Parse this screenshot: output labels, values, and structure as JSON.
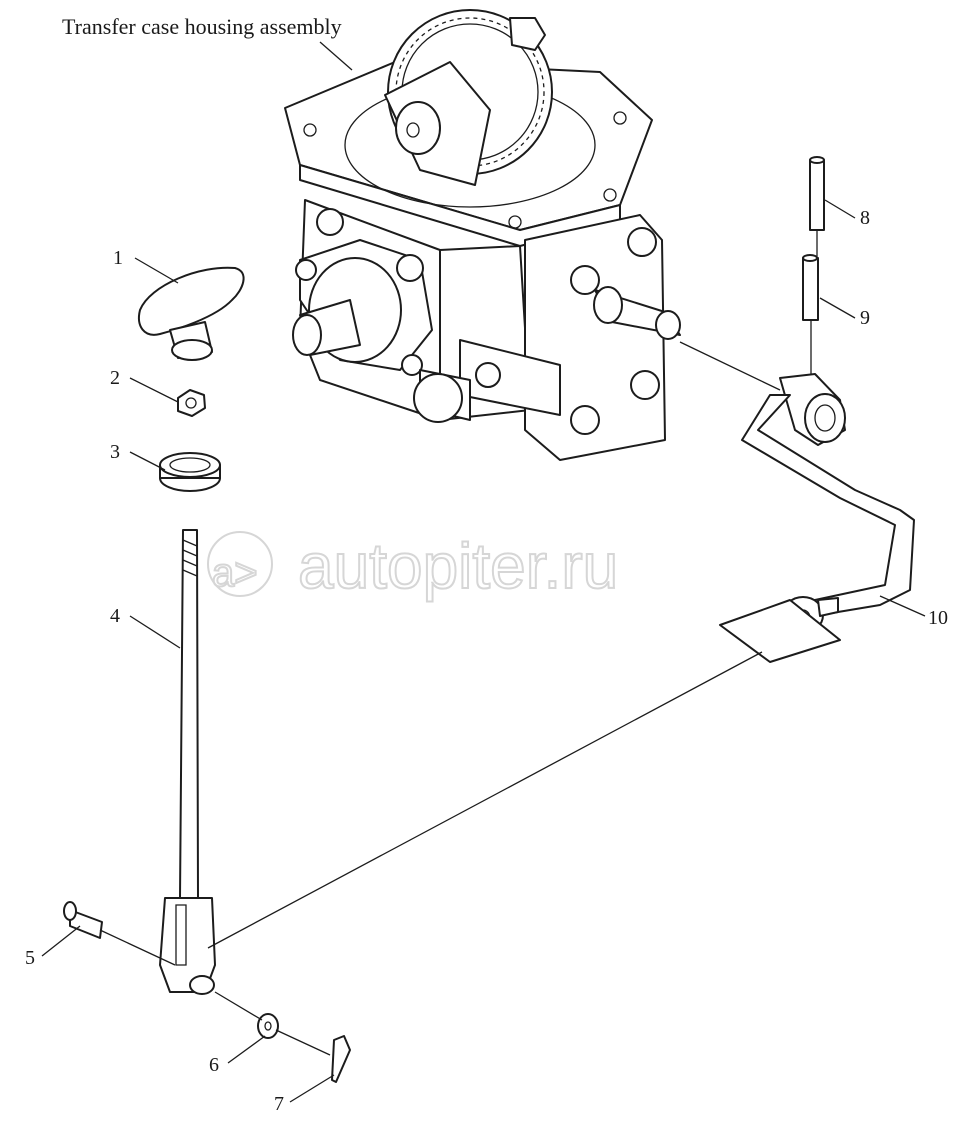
{
  "diagram": {
    "title": "Transfer case housing assembly",
    "callouts": [
      {
        "id": "1",
        "label": "1"
      },
      {
        "id": "2",
        "label": "2"
      },
      {
        "id": "3",
        "label": "3"
      },
      {
        "id": "4",
        "label": "4"
      },
      {
        "id": "5",
        "label": "5"
      },
      {
        "id": "6",
        "label": "6"
      },
      {
        "id": "7",
        "label": "7"
      },
      {
        "id": "8",
        "label": "8"
      },
      {
        "id": "9",
        "label": "9"
      },
      {
        "id": "10",
        "label": "10"
      }
    ]
  },
  "watermark": {
    "text": "autopiter.ru",
    "logo_text": "a>"
  }
}
